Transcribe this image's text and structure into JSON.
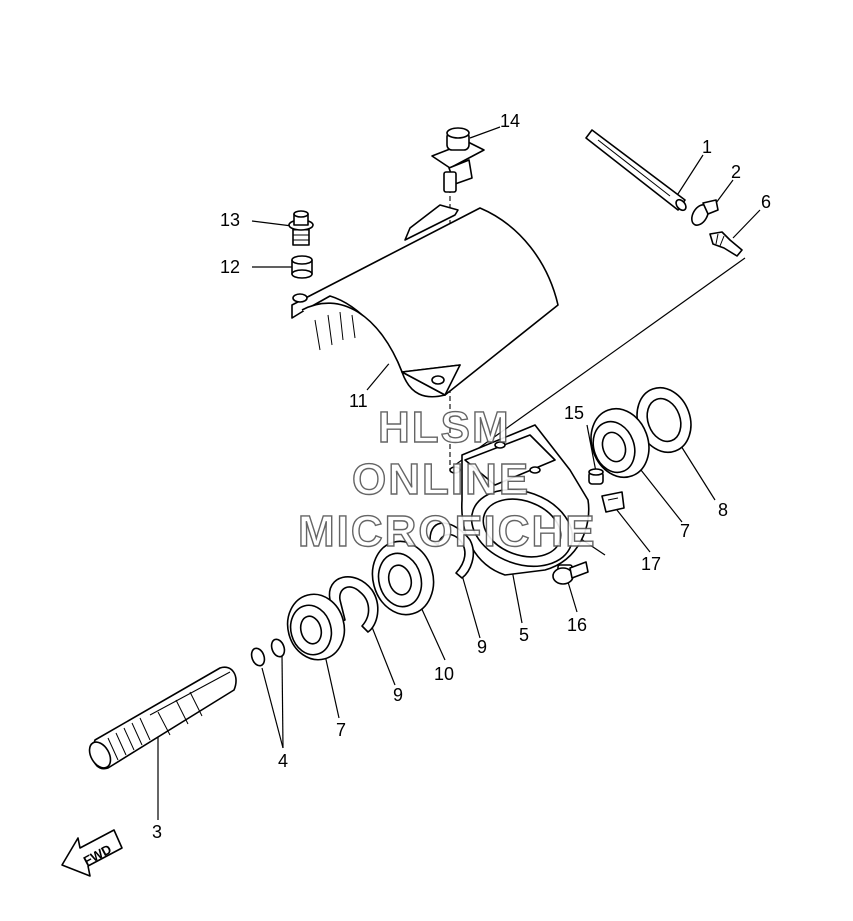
{
  "callouts": {
    "c1": "1",
    "c2": "2",
    "c3": "3",
    "c4": "4",
    "c5": "5",
    "c6": "6",
    "c7a": "7",
    "c7b": "7",
    "c8": "8",
    "c9a": "9",
    "c9b": "9",
    "c10": "10",
    "c11": "11",
    "c12": "12",
    "c13": "13",
    "c14": "14",
    "c15": "15",
    "c16": "16",
    "c17": "17"
  },
  "watermark": {
    "line1": "HLSM",
    "line2": "ONLINE",
    "line3": "MICROFICHE"
  },
  "fwd_arrow": {
    "label": "FWD"
  },
  "colors": {
    "line": "#000000",
    "background": "#ffffff",
    "watermark_outline": "#555555"
  }
}
